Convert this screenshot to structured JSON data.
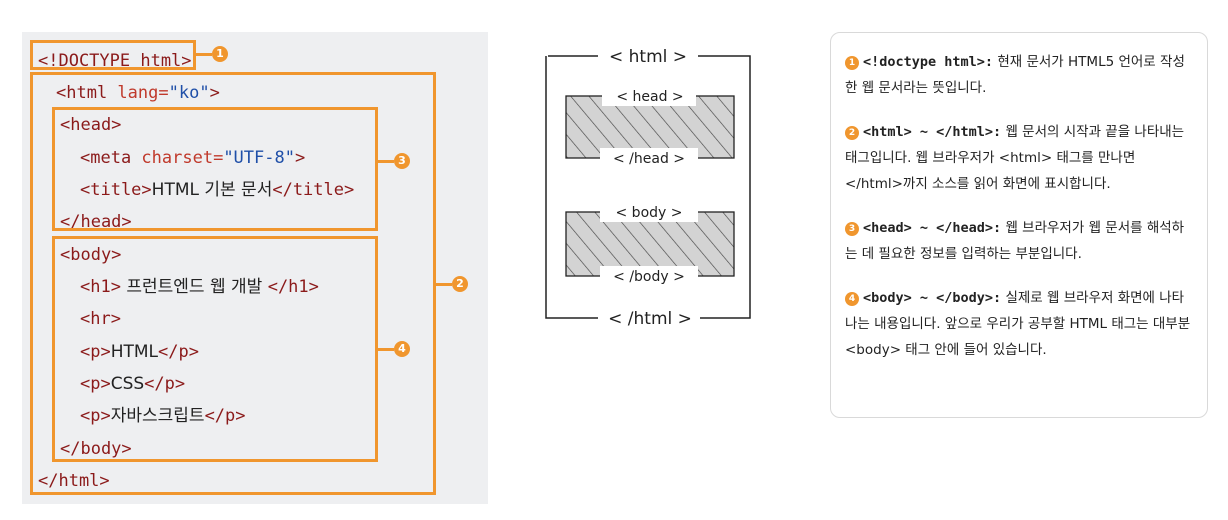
{
  "code": {
    "l1_tag": "<!DOCTYPE html>",
    "l2_open": "<html ",
    "l2_attr": "lang=",
    "l2_val": "\"ko\"",
    "l2_close": ">",
    "l3": "<head>",
    "l4_open": "<meta ",
    "l4_attr": "charset=",
    "l4_val": "\"UTF-8\"",
    "l4_close": ">",
    "l5_open": "<title>",
    "l5_text": "HTML 기본 문서",
    "l5_close": "</title>",
    "l6": "</head>",
    "l7": "<body>",
    "l8_open": "<h1>",
    "l8_text": " 프런트엔드 웹 개발 ",
    "l8_close": "</h1>",
    "l9": "<hr>",
    "l10_open": "<p>",
    "l10_text": "HTML",
    "l10_close": "</p>",
    "l11_open": "<p>",
    "l11_text": "CSS",
    "l11_close": "</p>",
    "l12_open": "<p>",
    "l12_text": "자바스크립트",
    "l12_close": "</p>",
    "l13": "</body>",
    "l14": "</html>"
  },
  "badges": {
    "b1": "1",
    "b2": "2",
    "b3": "3",
    "b4": "4"
  },
  "diagram": {
    "html_open": "< html >",
    "head_open": "< head >",
    "head_close": "< /head >",
    "body_open": "< body >",
    "body_close": "< /body >",
    "html_close": "< /html >"
  },
  "notes": [
    {
      "num": "1",
      "code": "<!doctype html>:",
      "text": " 현재 문서가 HTML5 언어로 작성한 웹 문서라는 뜻입니다."
    },
    {
      "num": "2",
      "code": "<html> ~ </html>:",
      "text": " 웹 문서의 시작과 끝을 나타내는 태그입니다. 웹 브라우저가 <html> 태그를 만나면 </html>까지 소스를 읽어 화면에 표시합니다."
    },
    {
      "num": "3",
      "code": "<head> ~ </head>:",
      "text": " 웹 브라우저가 웹 문서를 해석하는 데 필요한 정보를 입력하는 부분입니다."
    },
    {
      "num": "4",
      "code": "<body> ~ </body>:",
      "text": " 실제로 웹 브라우저 화면에 나타나는 내용입니다. 앞으로 우리가 공부할 HTML 태그는 대부분 <body> 태그 안에 들어 있습니다."
    }
  ],
  "colors": {
    "accent": "#f0962e",
    "tag": "#8b1a1a",
    "attr": "#c0392b",
    "value": "#1f4fa8"
  }
}
